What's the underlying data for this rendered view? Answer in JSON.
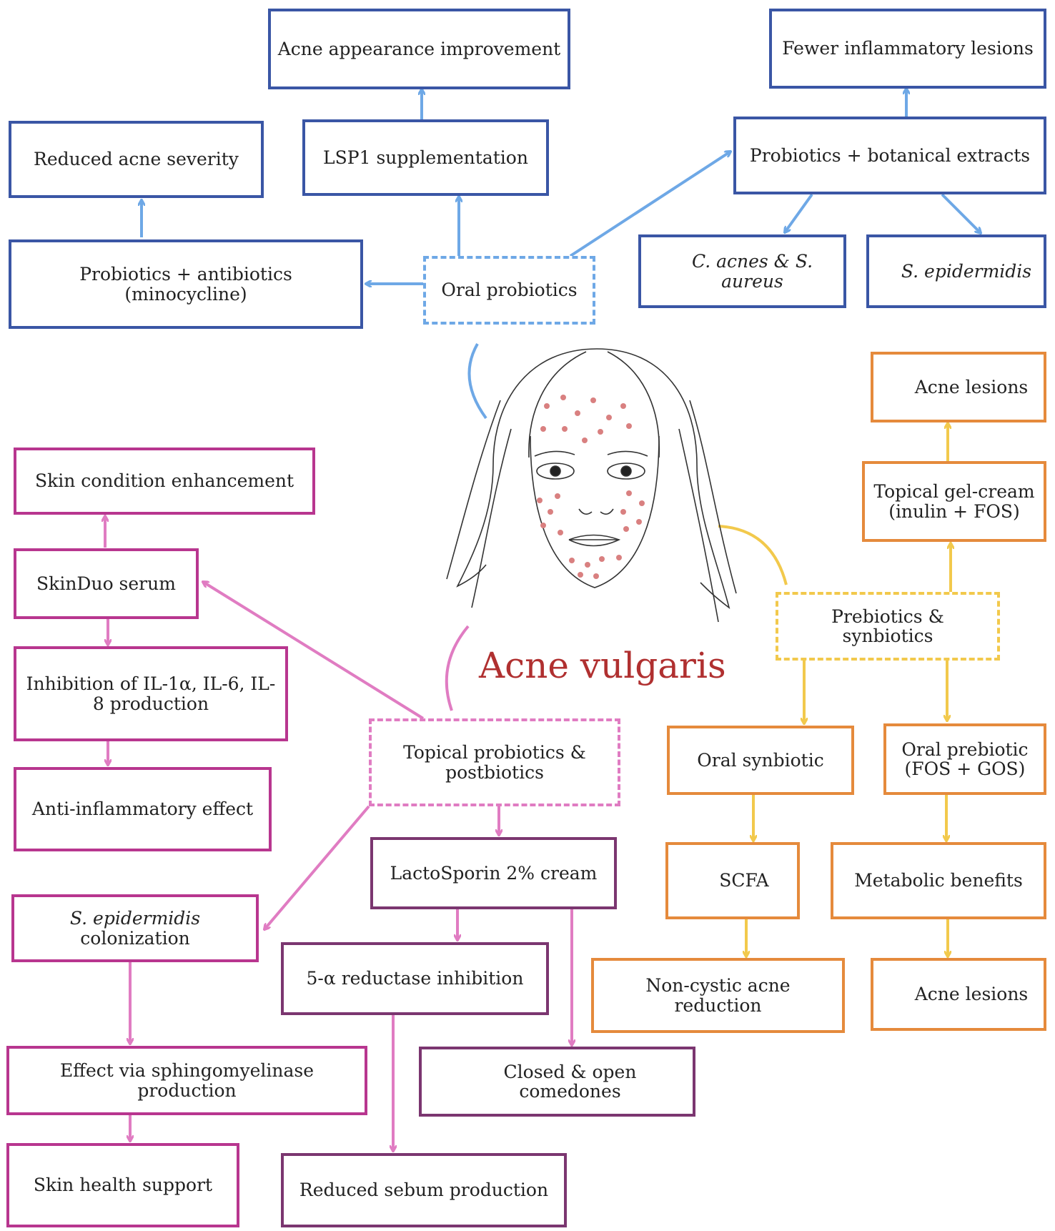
{
  "colors": {
    "blue": "#3a56a5",
    "light_blue": "#6ea8e6",
    "magenta": "#b8368f",
    "pink": "#e07cc2",
    "purple": "#7b3670",
    "orange": "#e58a3c",
    "yellow": "#f2c94c",
    "title_red": "#b03030"
  },
  "center": {
    "title": "Acne vulgaris",
    "illustration": "face-with-acne"
  },
  "oral_probiotics": {
    "hub": "Oral probiotics",
    "lsp1": "LSP1 supplementation",
    "lsp1_effect": "Acne appearance improvement",
    "antibiotics": "Probiotics + antibiotics (minocycline)",
    "antibiotics_effect": "Reduced acne severity",
    "botanical": "Probiotics + botanical extracts",
    "botanical_effect": "Fewer inflammatory lesions",
    "decrease_label": "C. acnes & S. aureus",
    "increase_label": "S. epidermidis"
  },
  "prebiotics": {
    "hub": "Prebiotics & synbiotics",
    "gel": "Topical gel-cream (inulin + FOS)",
    "gel_effect": "Acne lesions",
    "synbiotic": "Oral synbiotic",
    "scfa": "SCFA",
    "noncystic": "Non-cystic acne reduction",
    "prebiotic": "Oral prebiotic (FOS + GOS)",
    "metabolic": "Metabolic benefits",
    "prebiotic_effect": "Acne lesions"
  },
  "topical": {
    "hub": "Topical probiotics & postbiotics",
    "skinduo": "SkinDuo serum",
    "skin_condition": "Skin condition enhancement",
    "inhibition": "Inhibition of IL-1α, IL-6, IL-8 production",
    "anti_inflammatory": "Anti-inflammatory effect",
    "colonization_species": "S. epidermidis",
    "colonization_word": "colonization",
    "sphingo": "Effect via sphingomyelinase production",
    "skin_health": "Skin health support",
    "lactosporin": "LactoSporin 2% cream",
    "reductase": "5-α reductase inhibition",
    "comedones": "Closed & open comedones",
    "sebum": "Reduced sebum production"
  }
}
